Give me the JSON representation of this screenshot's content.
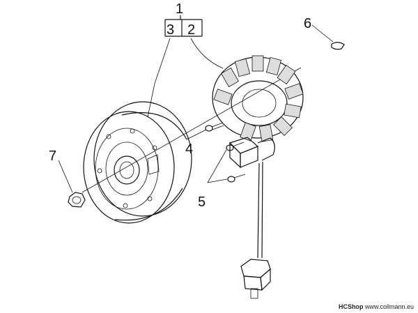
{
  "callouts": {
    "c1": "1",
    "c2": "2",
    "c3": "3",
    "c4": "4",
    "c5": "5",
    "c6": "6",
    "c7": "7"
  },
  "watermark": {
    "brand": "HCShop",
    "site": "www.collmann.eu"
  }
}
